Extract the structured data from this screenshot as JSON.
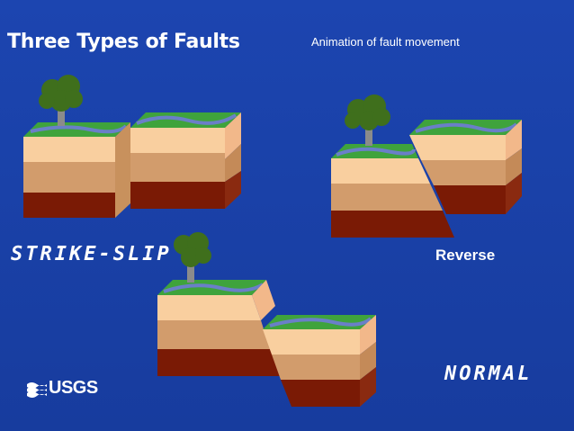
{
  "slide": {
    "title": "Three Types of Faults",
    "subtitle": "Animation of fault movement"
  },
  "faults": {
    "strike_slip_label": "Strike-Slip",
    "reverse_label": "Reverse",
    "normal_label": "Normal"
  },
  "logo": {
    "text": "USGS"
  },
  "colors": {
    "background": "#1a3fa6",
    "grass": "#3fa33c",
    "river": "#6a7fc8",
    "layer_top": "#f9cf9f",
    "layer_mid": "#d29c6c",
    "layer_bottom": "#7a1a05",
    "tree": "#3f6f1c",
    "trunk": "#8b8b8b"
  }
}
